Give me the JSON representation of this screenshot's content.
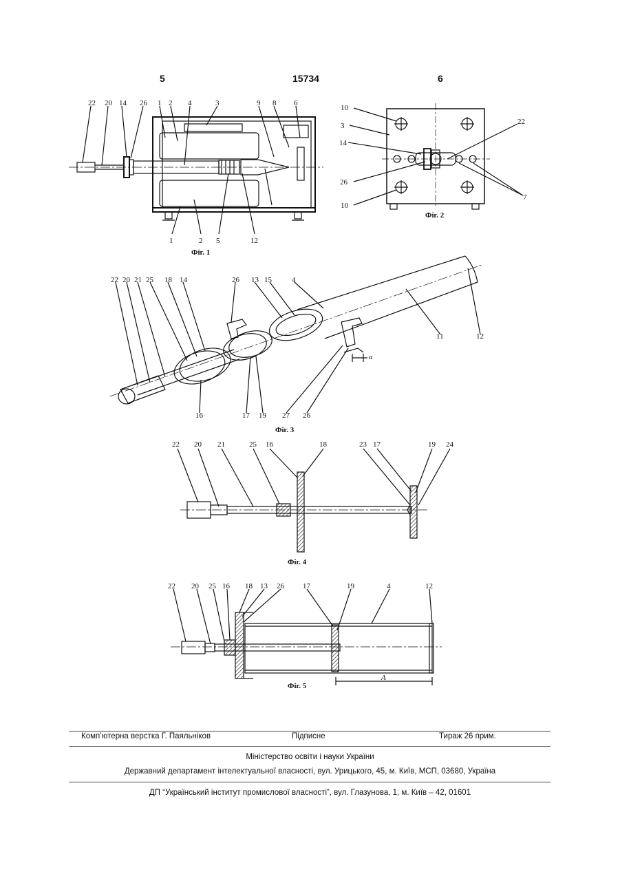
{
  "header": {
    "left_page": "5",
    "doc_number": "15734",
    "right_page": "6"
  },
  "fig1": {
    "caption": "Фіг. 1",
    "top_labels": [
      "22",
      "20",
      "14",
      "26",
      "1",
      "2",
      "4",
      "3",
      "9",
      "8",
      "6"
    ],
    "bottom_labels": [
      "1",
      "2",
      "5",
      "12"
    ]
  },
  "fig2": {
    "caption": "Фіг. 2",
    "left_labels": [
      "10",
      "3",
      "14",
      "26",
      "10"
    ],
    "right_labels": [
      "22",
      "7"
    ]
  },
  "fig3": {
    "caption": "Фіг. 3",
    "labels_top": [
      "22",
      "20",
      "21",
      "25",
      "18",
      "14",
      "26",
      "13",
      "15",
      "4"
    ],
    "labels_right": [
      "11",
      "12"
    ],
    "labels_bottom": [
      "16",
      "17",
      "19",
      "27",
      "26"
    ],
    "dim_label": "a"
  },
  "fig4": {
    "caption": "Фіг. 4",
    "labels": [
      "22",
      "20",
      "21",
      "25",
      "16",
      "18",
      "23",
      "17",
      "19",
      "24"
    ]
  },
  "fig5": {
    "caption": "Фіг. 5",
    "labels": [
      "22",
      "20",
      "25",
      "16",
      "18",
      "13",
      "26",
      "17",
      "19",
      "4",
      "12"
    ],
    "dim_label": "A"
  },
  "footer": {
    "composer": "Комп’ютерна верстка Г. Паяльніков",
    "signed": "Підписне",
    "print_run": "Тираж 26 прим.",
    "ministry": "Міністерство освіти і науки України",
    "department": "Державний департамент інтелектуальної власності, вул. Урицького, 45, м. Київ, МСП, 03680, Україна",
    "institute": "ДП “Український інститут промислової власності”, вул. Глазунова, 1, м. Київ – 42, 01601"
  }
}
